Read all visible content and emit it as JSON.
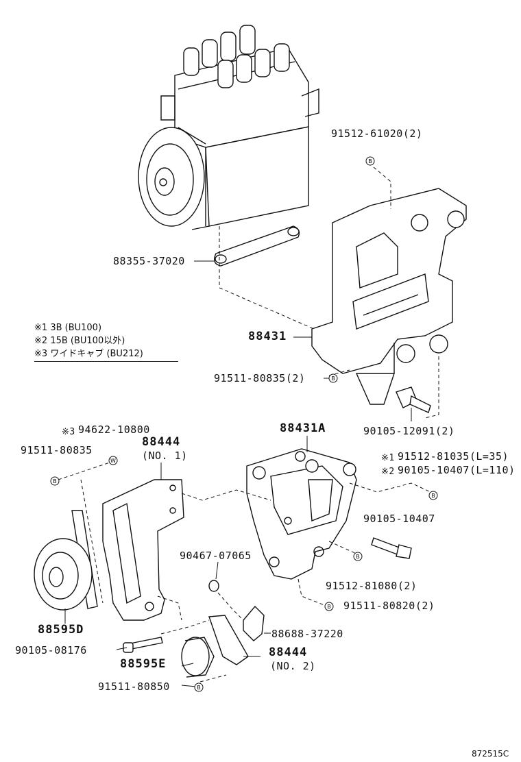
{
  "parts": {
    "p1": "91512-61020(2)",
    "p2": "88355-37020",
    "p3": "88431",
    "p4": "91511-80835(2)",
    "p5": "90105-12091(2)",
    "p6": "94622-10800",
    "p6_mark": "※3",
    "p7": "88444",
    "p7_sub": "(NO. 1)",
    "p8": "91511-80835",
    "p9": "88431A",
    "p10a": "91512-81035(L=35)",
    "p10a_mark": "※1",
    "p10b": "90105-10407(L=110)",
    "p10b_mark": "※2",
    "p11": "90105-10407",
    "p12": "90467-07065",
    "p13": "91512-81080(2)",
    "p14": "91511-80820(2)",
    "p15": "88595D",
    "p16": "88688-37220",
    "p17": "90105-08176",
    "p18": "88595E",
    "p19": "88444",
    "p19_sub": "(NO. 2)",
    "p20": "91511-80850"
  },
  "legend": [
    {
      "mark": "※1",
      "text": "3B (BU100)"
    },
    {
      "mark": "※2",
      "text": "15B (BU100以外)"
    },
    {
      "mark": "※3",
      "text": "ワイドキャブ (BU212)"
    }
  ],
  "markers": {
    "b": "B",
    "w": "W"
  },
  "figure_code": "872515C"
}
